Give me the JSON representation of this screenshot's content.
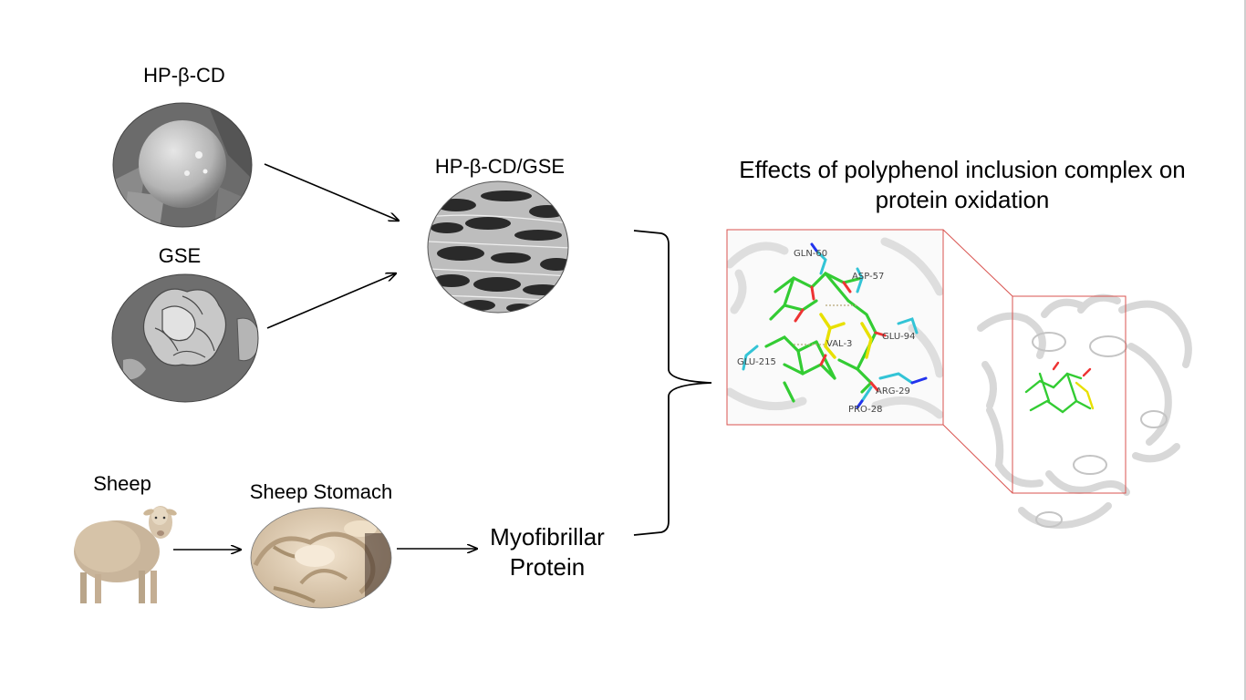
{
  "labels": {
    "hpbcd": "HP-β-CD",
    "gse": "GSE",
    "complex": "HP-β-CD/GSE",
    "sheep": "Sheep",
    "sheep_stomach": "Sheep Stomach",
    "myofibrillar_line1": "Myofibrillar",
    "myofibrillar_line2": "Protein"
  },
  "title": {
    "line1": "Effects of polyphenol inclusion complex on",
    "line2": "protein oxidation"
  },
  "residues": {
    "gln60": "GLN-60",
    "asp57": "ASP-57",
    "glu94": "GLU-94",
    "val3": "VAL-3",
    "glu215": "GLU-215",
    "arg29": "ARG-29",
    "pro28": "PRO-28"
  },
  "colors": {
    "zoom_frame": "#d9534f",
    "ligand_green": "#33cc33",
    "ligand_yellow": "#e8e000",
    "residue_cyan": "#33c4d6",
    "oxygen_red": "#e33",
    "nitrogen_blue": "#2233ee",
    "protein_gray": "#d9d9d9"
  }
}
